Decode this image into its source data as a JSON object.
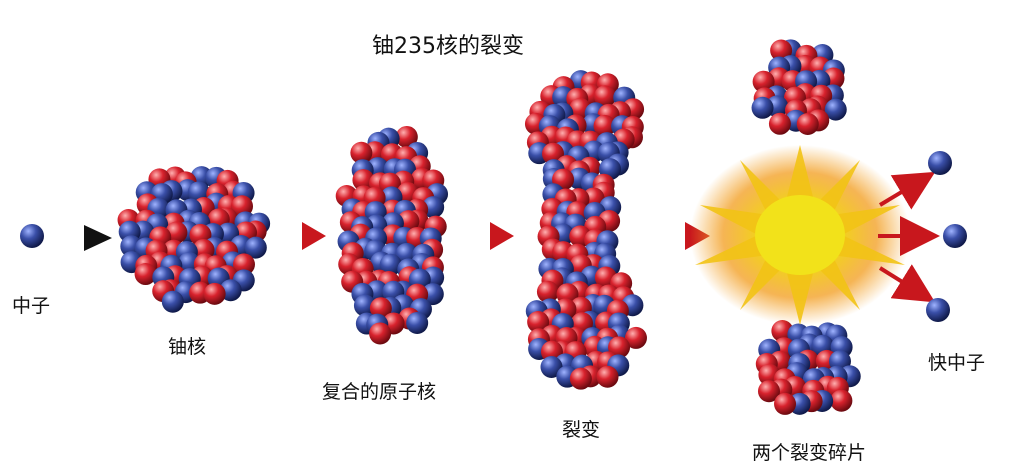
{
  "title": "铀235核的裂变",
  "labels": {
    "neutron": "中子",
    "uranium_nucleus": "铀核",
    "compound_nucleus": "复合的原子核",
    "fission": "裂变",
    "fragments": "两个裂变碎片",
    "fast_neutrons": "快中子"
  },
  "colors": {
    "proton": "#d8222d",
    "neutron": "#2c3f8f",
    "arrow": "#c8171d",
    "first_arrow": "#111111",
    "flash_core": "#f2d516",
    "flash_glow": "#f5a623"
  },
  "icons": [
    "neutron-particle-icon",
    "arrow-icon",
    "explosion-icon"
  ]
}
